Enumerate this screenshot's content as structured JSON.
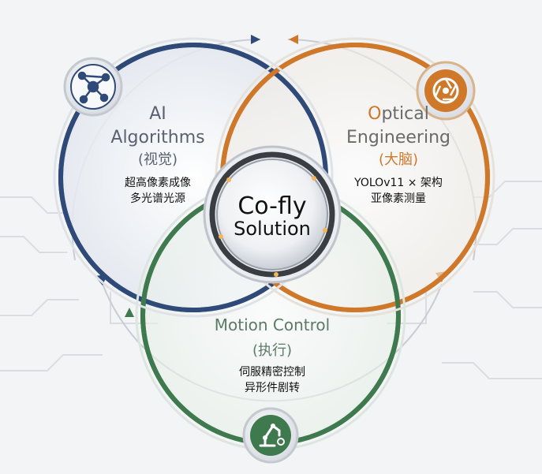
{
  "center": {
    "line1": "Co-fly",
    "line2": "Solution"
  },
  "circles": {
    "ai": {
      "title_line1": "AI",
      "title_line2": "Algorithms",
      "subtitle": "(视觉)",
      "desc_line1": "超高像素成像",
      "desc_line2": "多光谱光源",
      "color": "#2f4a78"
    },
    "optical": {
      "title_line1_accent": "O",
      "title_line1_rest": "ptical",
      "title_line2": "Engineering",
      "subtitle": "(大脑)",
      "desc_line1": "YOLOv11 × 架构",
      "desc_line2": "亚像素测量",
      "color": "#d0782a"
    },
    "motion": {
      "title": "Motion Control",
      "subtitle": "(执行)",
      "desc_line1": "伺服精密控制",
      "desc_line2": "异形件剧转",
      "color": "#3f7a4e"
    }
  },
  "icons": {
    "ai": "network-nodes-icon",
    "optical": "camera-aperture-icon",
    "motion": "robot-arm-icon"
  }
}
